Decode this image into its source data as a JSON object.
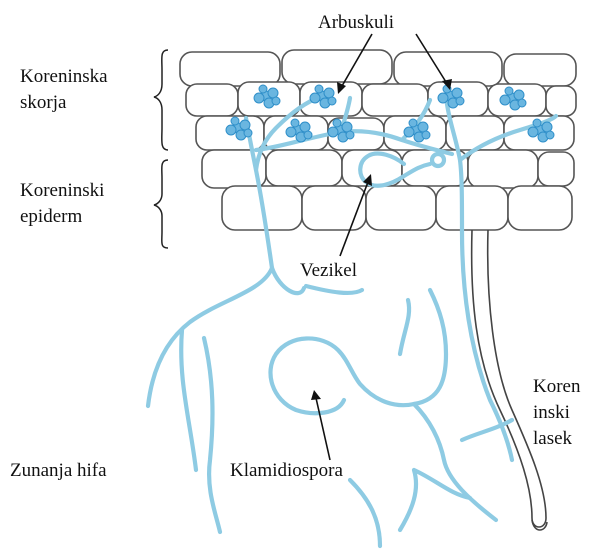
{
  "labels": {
    "cortex_line1": "Koreninska",
    "cortex_line2": "skorja",
    "epidermis_line1": "Koreninski",
    "epidermis_line2": "epiderm",
    "arbuscules": "Arbuskuli",
    "vesicle": "Vezikel",
    "root_hair_line1": "Koren",
    "root_hair_line2": "inski",
    "root_hair_line3": "lasek",
    "external_hypha": "Zunanja hifa",
    "chlamydospore": "Klamidiospora"
  },
  "colors": {
    "hypha": "#8ecbe3",
    "arbuscule": "#6ab6e0",
    "cell_outline": "#555555",
    "text": "#111111"
  }
}
